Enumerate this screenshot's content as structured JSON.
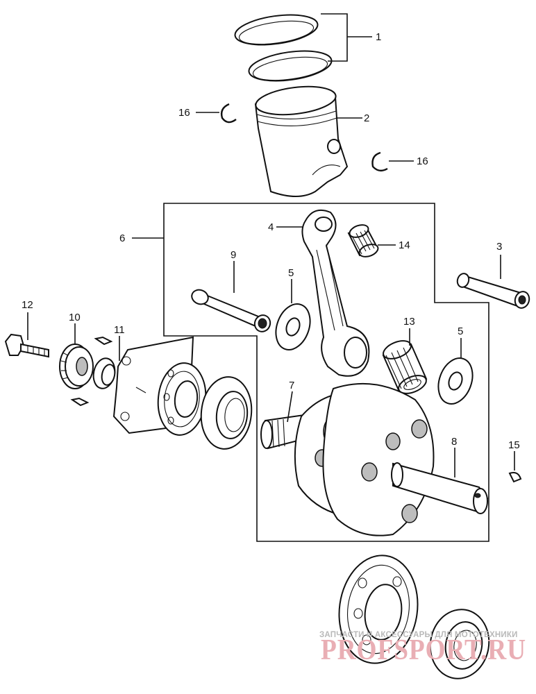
{
  "callouts": {
    "c1": "1",
    "c2": "2",
    "c3": "3",
    "c4": "4",
    "c5a": "5",
    "c5b": "5",
    "c6": "6",
    "c7": "7",
    "c8": "8",
    "c9": "9",
    "c10": "10",
    "c11": "11",
    "c12": "12",
    "c13": "13",
    "c14": "14",
    "c15": "15",
    "c16a": "16",
    "c16b": "16"
  },
  "watermark": {
    "top": "ЗАПЧАСТИ И АКСЕССУАРЫ ДЛЯ МОТОТЕХНИКИ",
    "bottom": "PROFSPORT.RU"
  }
}
